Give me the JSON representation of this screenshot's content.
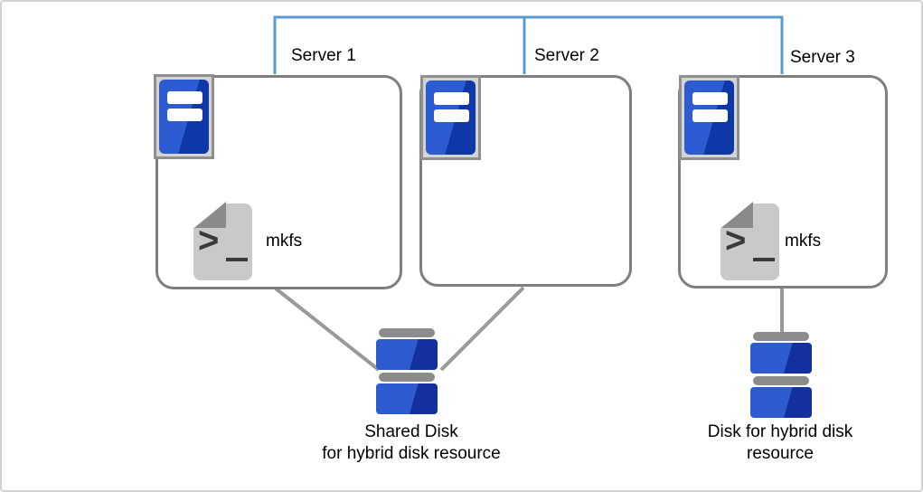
{
  "servers": [
    {
      "name": "Server 1",
      "tool_label": "mkfs"
    },
    {
      "name": "Server 2"
    },
    {
      "name": "Server 3",
      "tool_label": "mkfs"
    }
  ],
  "disks": {
    "shared": {
      "line1": "Shared Disk",
      "line2": "for hybrid disk resource"
    },
    "hybrid": {
      "line1": "Disk for hybrid disk",
      "line2": "resource"
    }
  },
  "icons": {
    "server": "server-tower-icon",
    "script": "shell-script-icon",
    "disk": "disk-stack-icon",
    "prompt_glyph": ">"
  },
  "colors": {
    "link_blue": "#5b9bd5",
    "line_gray": "#999999",
    "box_border": "#7f7f7f",
    "frame_fill": "#d4d4d4",
    "frame_border": "#8f8f8f",
    "tower_light": "#2d5cd2",
    "tower_dark": "#0e38a8",
    "doc_fill": "#c9c9c9",
    "doc_fold": "#8a8a8a",
    "glyph": "#3a3a3a",
    "disk_cap": "#8c8c8c",
    "disk_light": "#2e5bd0",
    "disk_dark": "#12309e",
    "page_border": "#d2d2d2",
    "text": "#000000"
  }
}
